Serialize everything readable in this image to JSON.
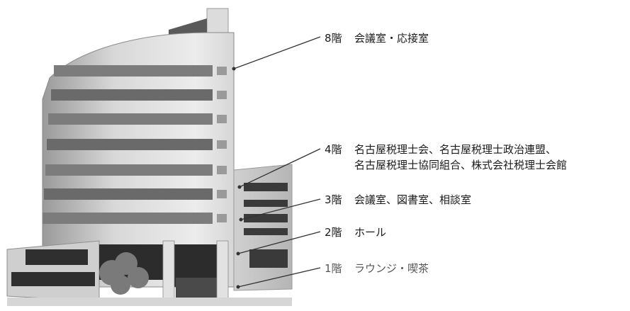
{
  "floors": [
    {
      "id": "f8",
      "number": "8階",
      "description_lines": [
        "会議室・応接室"
      ]
    },
    {
      "id": "f4",
      "number": "4階",
      "description_lines": [
        "名古屋税理士会、名古屋税理士政治連盟、",
        "名古屋税理士協同組合、株式会社税理士会館"
      ]
    },
    {
      "id": "f3",
      "number": "3階",
      "description_lines": [
        "会議室、図書室、相談室"
      ]
    },
    {
      "id": "f2",
      "number": "2階",
      "description_lines": [
        "ホール"
      ]
    },
    {
      "id": "f1",
      "number": "1階",
      "description_lines": [
        "ラウンジ・喫茶"
      ]
    }
  ],
  "colors": {
    "leader_line": "#333333",
    "building_light": "#e6e6e6",
    "building_mid": "#bdbdbd",
    "building_dark": "#6e6e6e",
    "window_dark": "#2e2e2e"
  }
}
